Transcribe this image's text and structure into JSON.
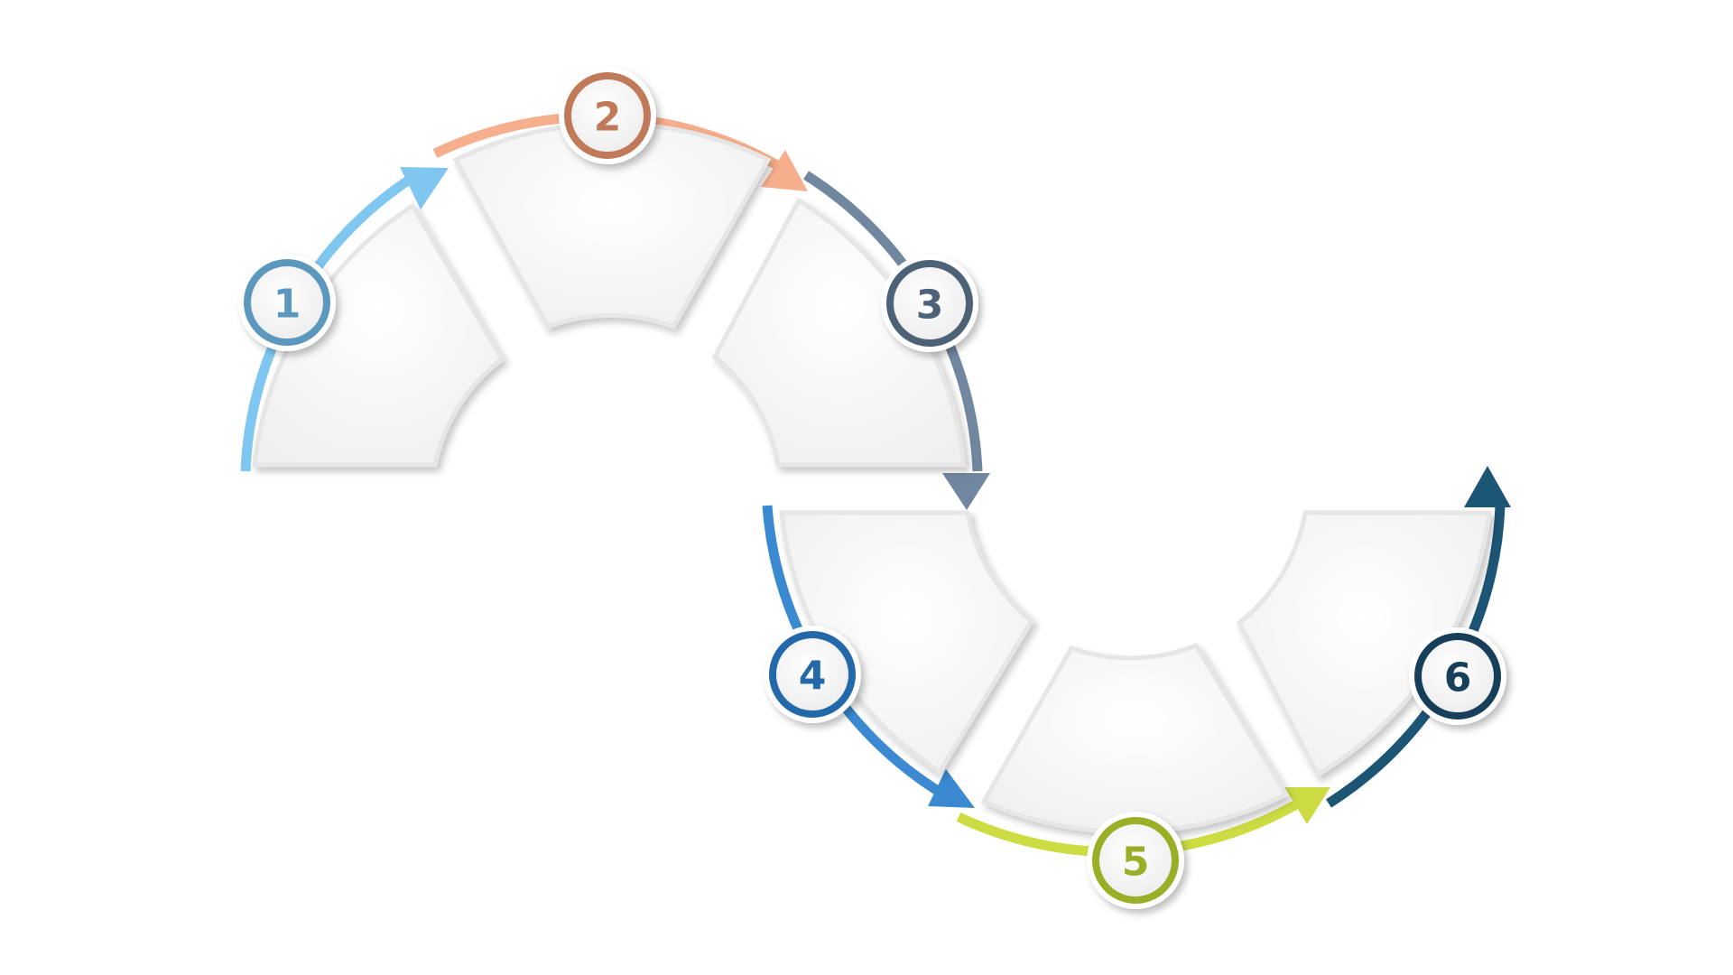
{
  "diagram": {
    "steps": [
      {
        "number": "1",
        "color": "#7fc7f0",
        "badge_color": "#5c97bd"
      },
      {
        "number": "2",
        "color": "#f7ae8c",
        "badge_color": "#c07a5a"
      },
      {
        "number": "3",
        "color": "#71879f",
        "badge_color": "#4d6177"
      },
      {
        "number": "4",
        "color": "#3a89d1",
        "badge_color": "#2368a9"
      },
      {
        "number": "5",
        "color": "#ccdc42",
        "badge_color": "#9aae27"
      },
      {
        "number": "6",
        "color": "#1d5574",
        "badge_color": "#173f5a"
      }
    ]
  }
}
